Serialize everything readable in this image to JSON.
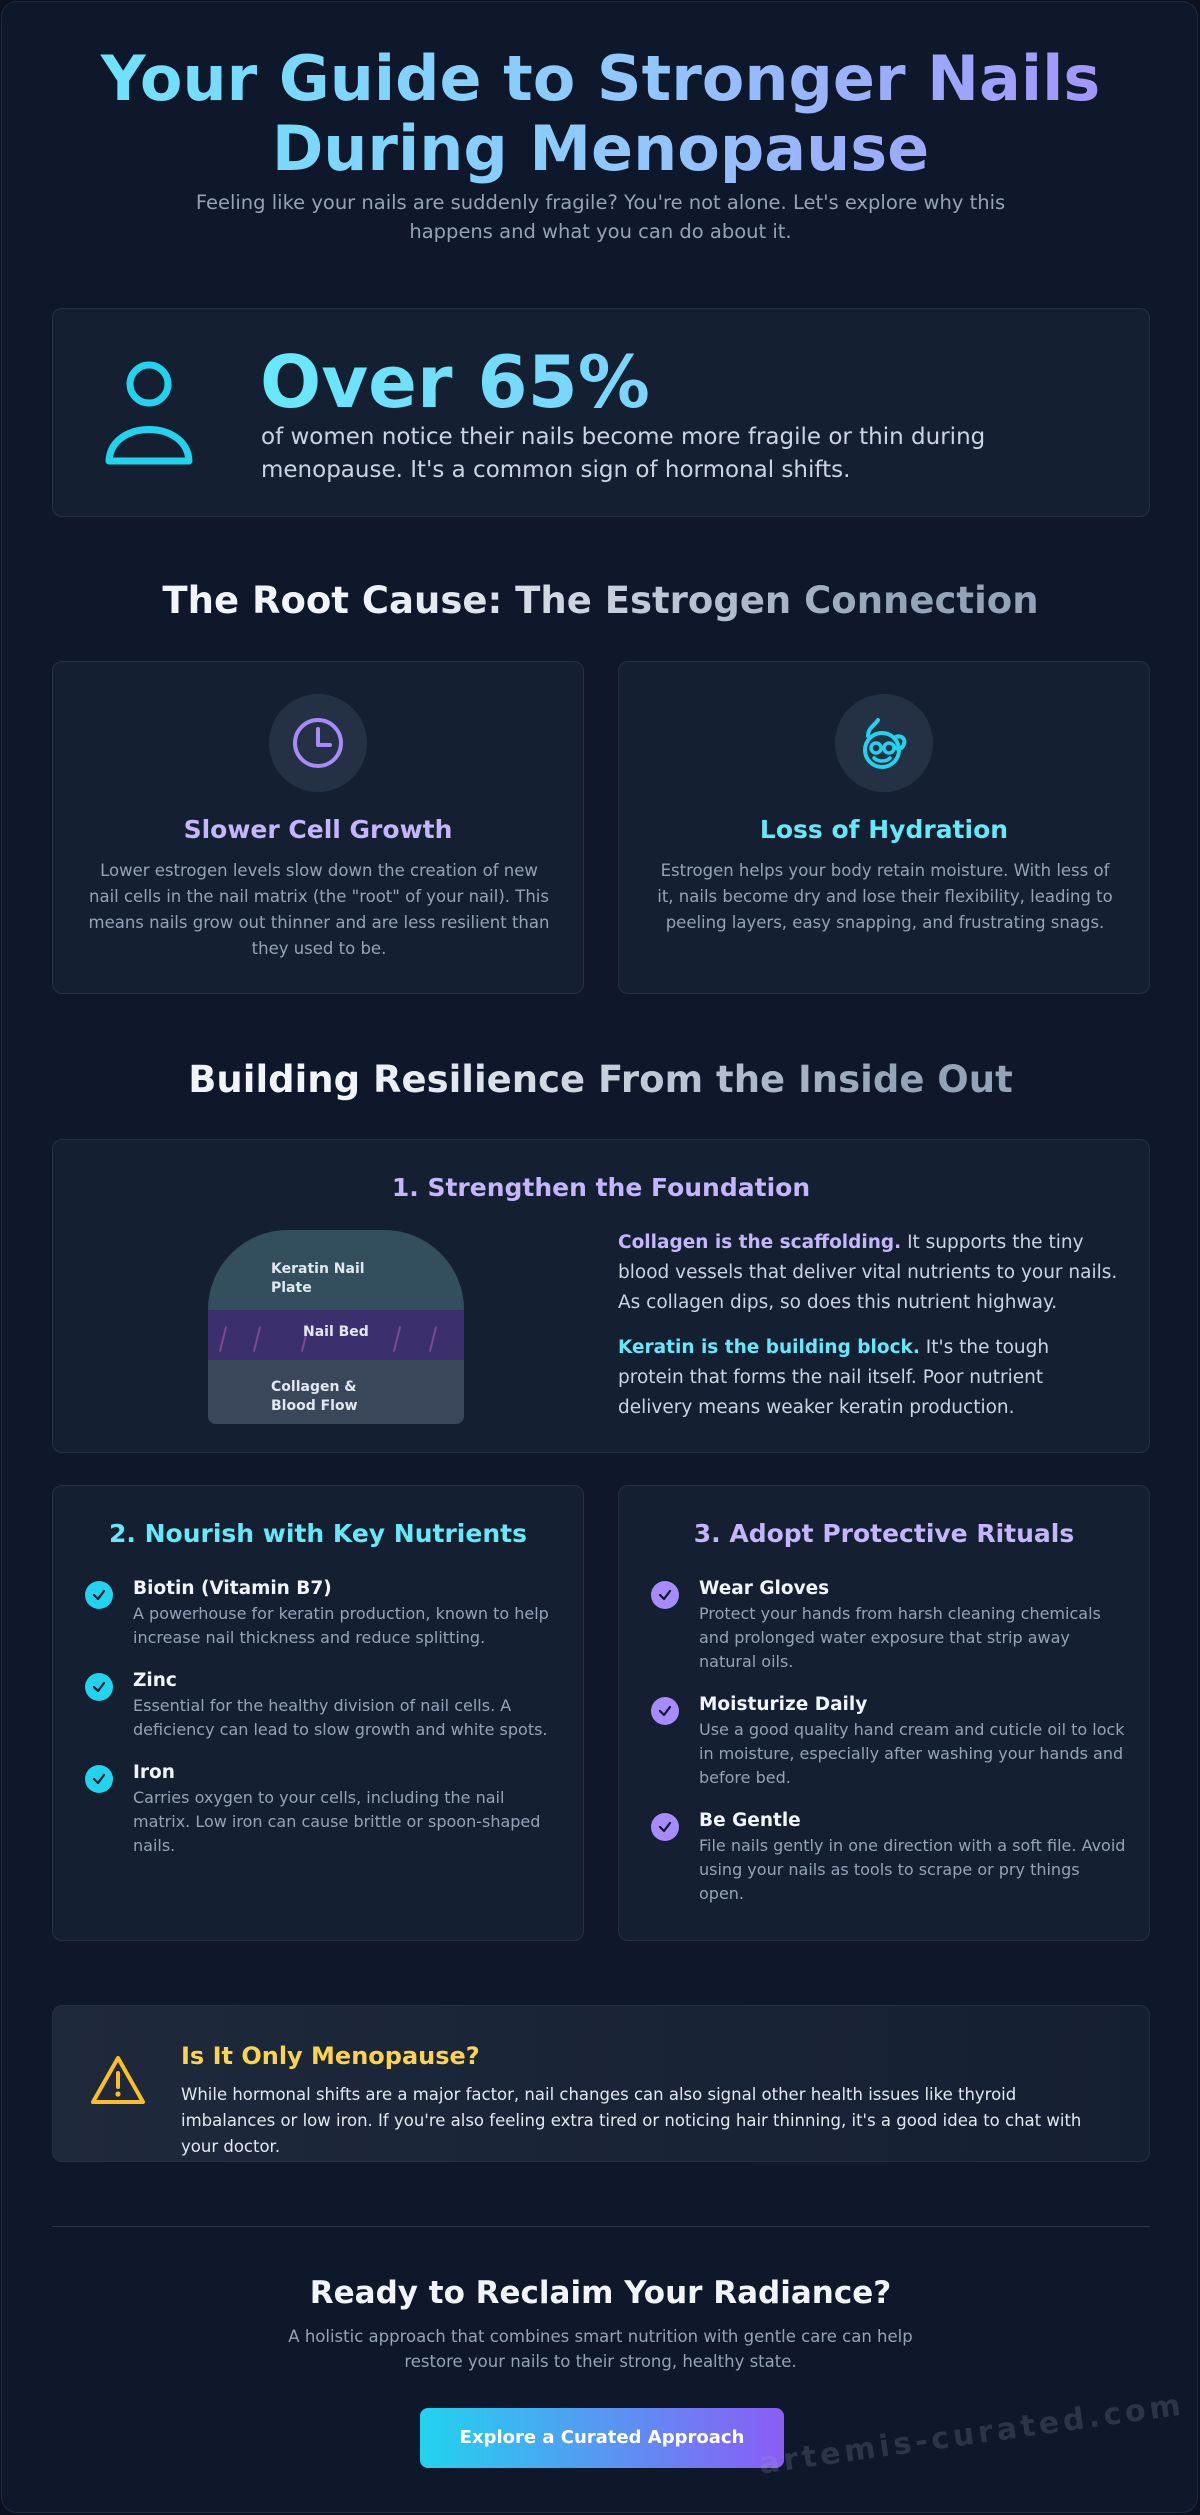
{
  "header": {
    "title": "Your Guide to Stronger Nails During Menopause",
    "subtitle": "Feeling like your nails are suddenly fragile? You're not alone. Let's explore why this happens and what you can do about it."
  },
  "stat": {
    "icon": "user-icon",
    "value": "Over 65%",
    "text": "of women notice their nails become more fragile or thin during menopause. It's a common sign of hormonal shifts."
  },
  "root_cause": {
    "heading": "The Root Cause: The Estrogen Connection",
    "cards": [
      {
        "icon": "clock-icon",
        "title": "Slower Cell Growth",
        "text": "Lower estrogen levels slow down the creation of new nail cells in the nail matrix (the \"root\" of your nail). This means nails grow out thinner and are less resilient than they used to be.",
        "color": "#c4b5fd"
      },
      {
        "icon": "hydration-icon",
        "title": "Loss of Hydration",
        "text": "Estrogen helps your body retain moisture. With less of it, nails become dry and lose their flexibility, leading to peeling layers, easy snapping, and frustrating snags.",
        "color": "#67e8f9"
      }
    ]
  },
  "resilience": {
    "heading": "Building Resilience From the Inside Out",
    "foundation": {
      "title": "1. Strengthen the Foundation",
      "diagram": {
        "plate_label": "Keratin Nail Plate",
        "bed_label": "Nail Bed",
        "blood_label": "Collagen & Blood Flow"
      },
      "paragraphs": [
        {
          "lead": "Collagen is the scaffolding.",
          "text": " It supports the tiny blood vessels that deliver vital nutrients to your nails. As collagen dips, so does this nutrient highway."
        },
        {
          "lead": "Keratin is the building block.",
          "text": " It's the tough protein that forms the nail itself. Poor nutrient delivery means weaker keratin production."
        }
      ]
    },
    "nutrients": {
      "title": "2. Nourish with Key Nutrients",
      "items": [
        {
          "name": "Biotin (Vitamin B7)",
          "desc": "A powerhouse for keratin production, known to help increase nail thickness and reduce splitting."
        },
        {
          "name": "Zinc",
          "desc": "Essential for the healthy division of nail cells. A deficiency can lead to slow growth and white spots."
        },
        {
          "name": "Iron",
          "desc": "Carries oxygen to your cells, including the nail matrix. Low iron can cause brittle or spoon-shaped nails."
        }
      ]
    },
    "rituals": {
      "title": "3. Adopt Protective Rituals",
      "items": [
        {
          "name": "Wear Gloves",
          "desc": "Protect your hands from harsh cleaning chemicals and prolonged water exposure that strip away natural oils."
        },
        {
          "name": "Moisturize Daily",
          "desc": "Use a good quality hand cream and cuticle oil to lock in moisture, especially after washing your hands and before bed."
        },
        {
          "name": "Be Gentle",
          "desc": "File nails gently in one direction with a soft file. Avoid using your nails as tools to scrape or pry things open."
        }
      ]
    }
  },
  "warning": {
    "icon": "warning-icon",
    "title": "Is It Only Menopause?",
    "text": "While hormonal shifts are a major factor, nail changes can also signal other health issues like thyroid imbalances or low iron. If you're also feeling extra tired or noticing hair thinning, it's a good idea to chat with your doctor."
  },
  "cta": {
    "title": "Ready to Reclaim Your Radiance?",
    "text": "A holistic approach that combines smart nutrition with gentle care can help restore your nails to their strong, healthy state.",
    "button_label": "Explore a Curated Approach"
  },
  "watermark": "artemis-curated.com",
  "colors": {
    "background": "#0f172a",
    "card": "#151f32",
    "accent_cyan": "#22d3ee",
    "accent_purple": "#a78bfa",
    "warning": "#fbbf24"
  }
}
